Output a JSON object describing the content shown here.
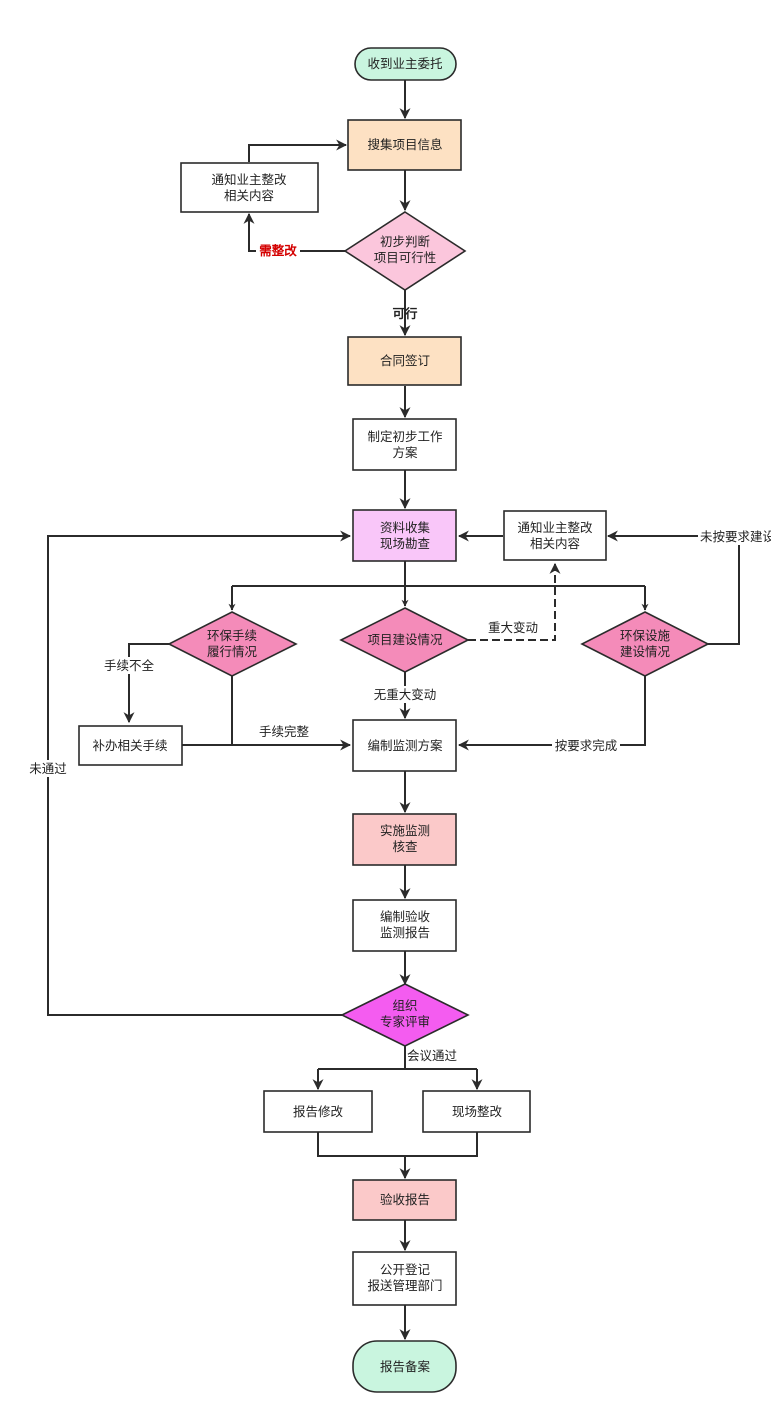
{
  "colors": {
    "terminal": "#c9f5df",
    "orange": "#fde1c3",
    "pinkLight": "#fbc6dc",
    "violet": "#f9c6f9",
    "rose": "#fbc9c9",
    "diamondPink": "#f48bb9",
    "diamondMagenta": "#f45cf0",
    "stroke": "#2b2b2b",
    "red": "#d40000"
  },
  "nodes": {
    "start": "收到业主委托",
    "collect_info": "搜集项目信息",
    "notify1": [
      "通知业主整改",
      "相关内容"
    ],
    "prejudge": [
      "初步判断",
      "项目可行性"
    ],
    "contract": "合同签订",
    "plan": [
      "制定初步工作",
      "方案"
    ],
    "survey": [
      "资料收集",
      "现场勘查"
    ],
    "notify2": [
      "通知业主整改",
      "相关内容"
    ],
    "eia": [
      "环保手续",
      "履行情况"
    ],
    "construct": "项目建设情况",
    "facility": [
      "环保设施",
      "建设情况"
    ],
    "supplement": "补办相关手续",
    "monitor_plan": "编制监测方案",
    "implement": [
      "实施监测",
      "核查"
    ],
    "report_compile": [
      "编制验收",
      "监测报告"
    ],
    "review": [
      "组织",
      "专家评审"
    ],
    "report_fix": "报告修改",
    "site_fix": "现场整改",
    "accept_report": "验收报告",
    "publish": [
      "公开登记",
      "报送管理部门"
    ],
    "archive": "报告备案"
  },
  "labels": {
    "need_fix": "需整改",
    "feasible": "可行",
    "major_change": "重大变动",
    "no_major_change": "无重大变动",
    "incomplete": "手续不全",
    "complete": "手续完整",
    "done_as_required": "按要求完成",
    "not_as_required": "未按要求建设",
    "not_passed": "未通过",
    "passed": "会议通过"
  }
}
